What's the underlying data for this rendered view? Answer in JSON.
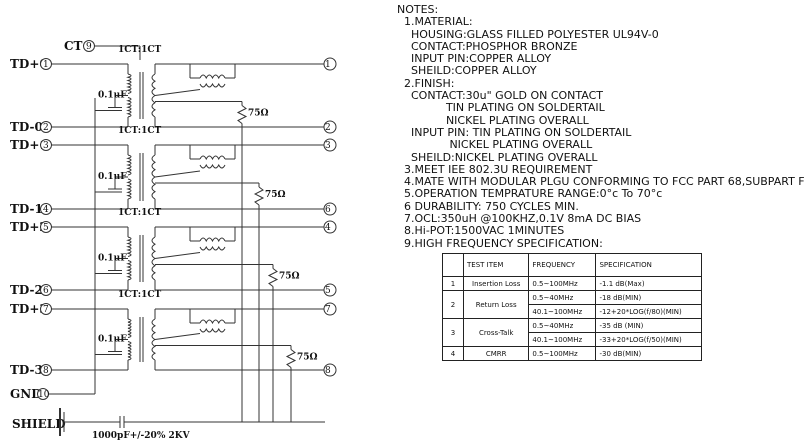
{
  "schematic": {
    "ct_label": "CT",
    "ct_num": "9",
    "channels": [
      {
        "plus": "TD+0",
        "plus_num": "1",
        "minus": "TD-0",
        "minus_num": "2",
        "ratio": "1CT:1CT",
        "cap": "0.1uF",
        "res": "75Ω",
        "out_top": "1",
        "out_bot": "2"
      },
      {
        "plus": "TD+1",
        "plus_num": "3",
        "minus": "TD-1",
        "minus_num": "4",
        "ratio": "1CT:1CT",
        "cap": "0.1uF",
        "res": "75Ω",
        "out_top": "3",
        "out_bot": "6"
      },
      {
        "plus": "TD+2",
        "plus_num": "5",
        "minus": "TD-2",
        "minus_num": "6",
        "ratio": "1CT:1CT",
        "cap": "0.1uF",
        "res": "75Ω",
        "out_top": "4",
        "out_bot": "5"
      },
      {
        "plus": "TD+3",
        "plus_num": "7",
        "minus": "TD-3",
        "minus_num": "8",
        "ratio": "1CT:1CT",
        "cap": "0.1uF",
        "res": "75Ω",
        "out_top": "7",
        "out_bot": "8"
      }
    ],
    "gnd_label": "GND",
    "gnd_num": "10",
    "shield_label": "SHIELD",
    "shield_cap": "1000pF+/-20% 2KV"
  },
  "notes": [
    "NOTES:",
    "  1.MATERIAL:",
    "    HOUSING:GLASS FILLED POLYESTER UL94V-0",
    "    CONTACT:PHOSPHOR BRONZE",
    "    INPUT PIN:COPPER ALLOY",
    "    SHEILD:COPPER ALLOY",
    "  2.FINISH:",
    "    CONTACT:30u\" GOLD ON CONTACT",
    "              TIN PLATING ON SOLDERTAIL",
    "              NICKEL PLATING OVERALL",
    "    INPUT PIN: TIN PLATING ON SOLDERTAIL",
    "               NICKEL PLATING OVERALL",
    "    SHEILD:NICKEL PLATING OVERALL",
    "  3.MEET IEE 802.3U REQUIREMENT",
    "  4.MATE WITH MODULAR PLGU CONFORMING TO FCC PART 68,SUBPART F",
    "  5.OPERATION TEMPRATURE RANGE:0°c To 70°c",
    "  6 DURABILITY: 750 CYCLES MIN.",
    "  7.OCL:350uH @100KHZ,0.1V 8mA DC BIAS",
    "  8.Hi-POT:1500VAC 1MINUTES",
    "  9.HIGH FREQUENCY SPECIFICATION:"
  ],
  "spec_table": {
    "headers": [
      "TEST ITEM",
      "FREQUENCY",
      "SPECIFICATION"
    ],
    "rows": [
      {
        "no": "1",
        "item": "Insertion Loss",
        "freq": "0.5~100MHz",
        "spec": "-1.1 dB(Max)"
      },
      {
        "no": "2",
        "item": "Return Loss",
        "freq": "0.5~40MHz",
        "spec": "-18 dB(MIN)"
      },
      {
        "no": "",
        "item": "",
        "freq": "40.1~100MHz",
        "spec": "-12+20*LOG(f/80)(MIN)"
      },
      {
        "no": "3",
        "item": "Cross-Talk",
        "freq": "0.5~40MHz",
        "spec": "-35 dB (MIN)"
      },
      {
        "no": "",
        "item": "",
        "freq": "40.1~100MHz",
        "spec": "-33+20*LOG(f/50)(MIN)"
      },
      {
        "no": "4",
        "item": "CMRR",
        "freq": "0.5~100MHz",
        "spec": "-30 dB(MIN)"
      }
    ]
  }
}
